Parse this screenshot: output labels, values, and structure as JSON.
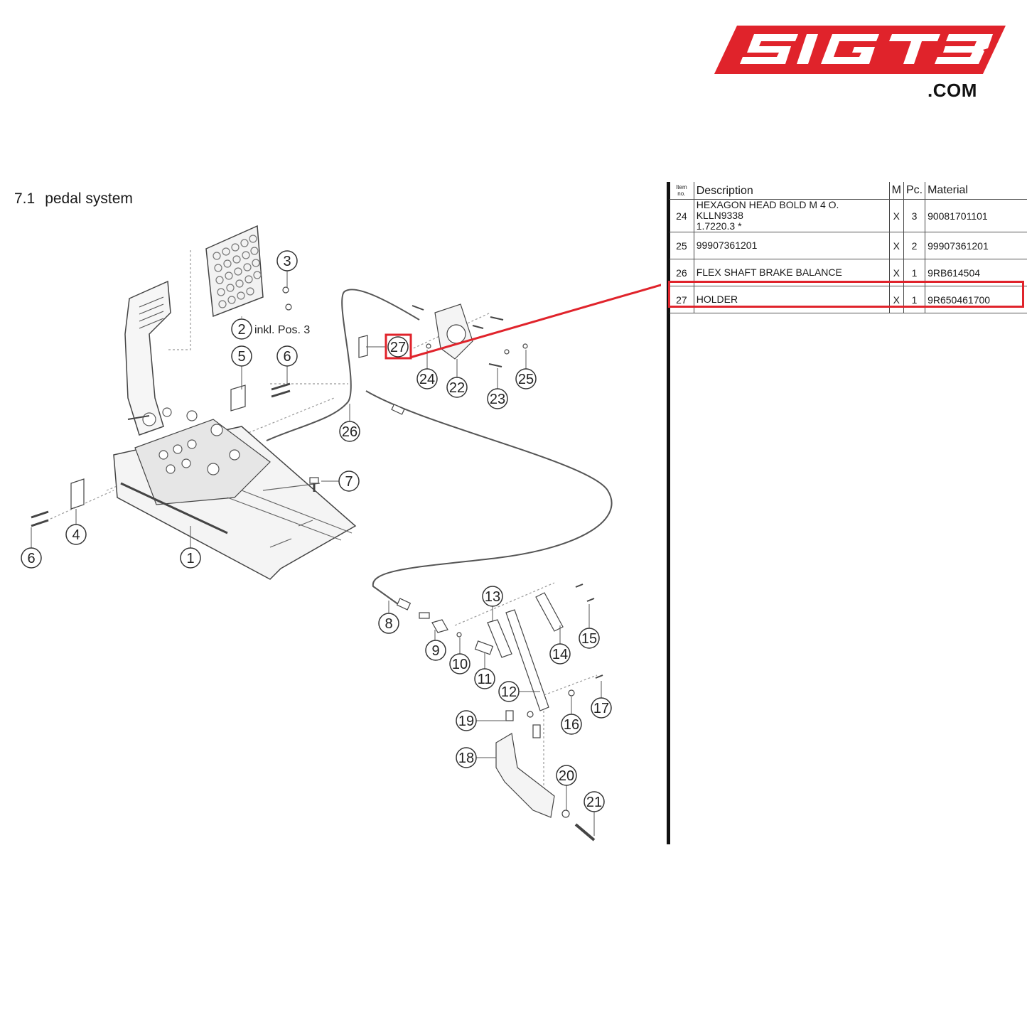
{
  "brand": {
    "logo_text": "SIGTB",
    "domain_suffix": ".COM",
    "logo_color": "#e0232b"
  },
  "section": {
    "number": "7.1",
    "title": "pedal system"
  },
  "diagram": {
    "callouts": [
      "1",
      "2",
      "3",
      "4",
      "5",
      "6",
      "6",
      "7",
      "8",
      "9",
      "10",
      "11",
      "12",
      "13",
      "14",
      "15",
      "16",
      "17",
      "18",
      "19",
      "20",
      "21",
      "22",
      "23",
      "24",
      "25",
      "26",
      "27"
    ],
    "note_2": "inkl. Pos. 3",
    "highlighted_item": "27",
    "highlight_color": "#e0232b"
  },
  "parts_table": {
    "headers": {
      "item_no": "Item no.",
      "description": "Description",
      "m": "M",
      "pc": "Pc.",
      "material": "Material"
    },
    "rows": [
      {
        "item": "24",
        "description_line1": "HEXAGON HEAD BOLD M 4 O. KLLN9338",
        "description_line2": "1.7220.3 *",
        "m": "X",
        "pc": "3",
        "material": "90081701101"
      },
      {
        "item": "25",
        "description_line1": "99907361201",
        "description_line2": "",
        "m": "X",
        "pc": "2",
        "material": "99907361201"
      },
      {
        "item": "26",
        "description_line1": "FLEX SHAFT BRAKE BALANCE",
        "description_line2": "",
        "m": "X",
        "pc": "1",
        "material": "9RB614504"
      },
      {
        "item": "27",
        "description_line1": "HOLDER",
        "description_line2": "",
        "m": "X",
        "pc": "1",
        "material": "9R650461700"
      }
    ]
  }
}
